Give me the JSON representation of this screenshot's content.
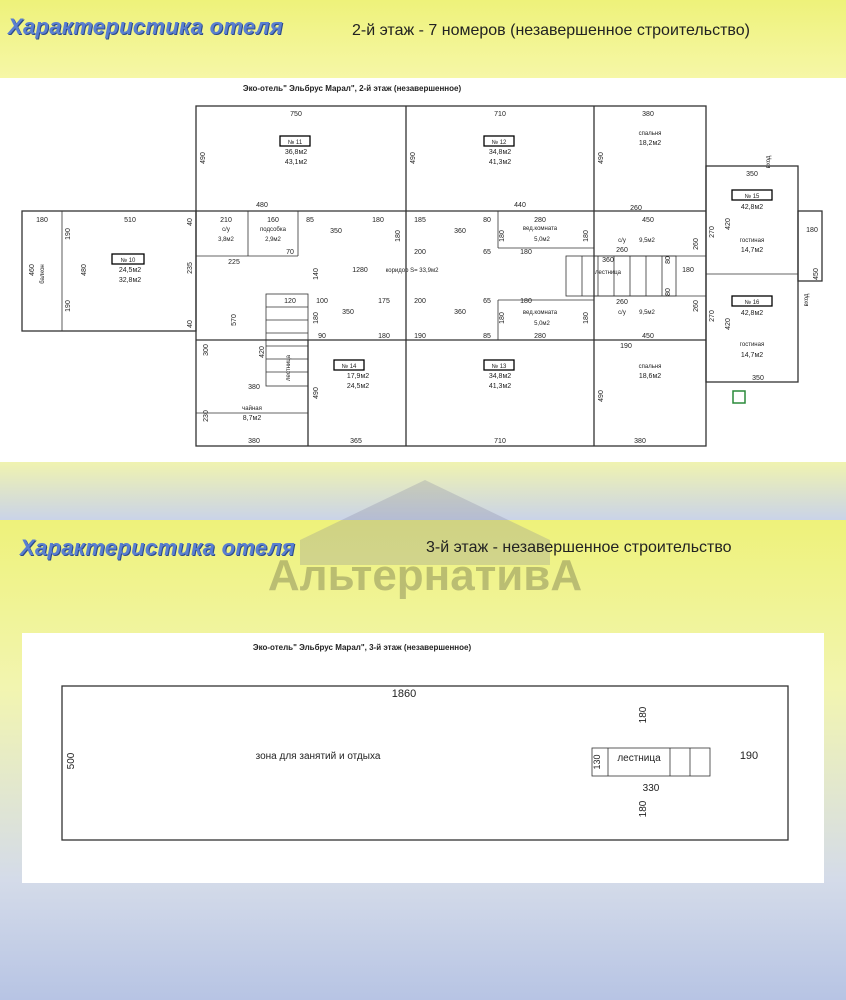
{
  "header1": {
    "title": "Характеристика отеля",
    "subtitle": "2-й этаж  - 7 номеров (незавершенное строительство)"
  },
  "header2": {
    "title": "Характеристика отеля",
    "subtitle": "3-й этаж  - незавершенное строительство"
  },
  "plan2": {
    "title": "Эко-отель\" Эльбрус Марал\", 2-й этаж (незавершенное)",
    "rooms": {
      "r10": {
        "no": "№ 10",
        "a1": "24,5м2",
        "a2": "32,8м2"
      },
      "r11": {
        "no": "№ 11",
        "a1": "36,8м2",
        "a2": "43,1м2"
      },
      "r12": {
        "no": "№ 12",
        "a1": "34,8м2",
        "a2": "41,3м2"
      },
      "r13": {
        "no": "№ 13",
        "a1": "34,8м2",
        "a2": "41,3м2"
      },
      "r14": {
        "no": "№ 14",
        "a1": "17,9м2",
        "a2": "24,5м2"
      },
      "r15": {
        "no": "№ 15",
        "a1": "42,8м2"
      },
      "r16": {
        "no": "№ 16",
        "a1": "42,8м2"
      }
    },
    "labels": {
      "balkon": "балкон",
      "su": "с/у",
      "su_area": "3,8м2",
      "podsobka": "подсобка",
      "podsobka_area": "2,9м2",
      "koridor": "коридор S= 33,9м2",
      "vk": "вед.комната",
      "vk_area": "5,0м2",
      "su2": "с/у",
      "su2_area": "9,5м2",
      "lestnica": "лестница",
      "spalnya": "спальня",
      "spalnya1_area": "18,2м2",
      "spalnya2_area": "18,6м2",
      "gostinaya": "гостиная",
      "gost_area": "14,7м2",
      "chainaya": "чайная",
      "chainaya_area": "8,7м2",
      "vhod": "вход"
    },
    "dims": {
      "d750": "750",
      "d710": "710",
      "d380": "380",
      "d490": "490",
      "d480": "480",
      "d510": "510",
      "d180": "180",
      "d40": "40",
      "d210": "210",
      "d160": "160",
      "d85": "85",
      "d350": "350",
      "d185": "185",
      "d80": "80",
      "d280": "280",
      "d440": "440",
      "d260": "260",
      "d450": "450",
      "d190": "190",
      "d225": "225",
      "d70": "70",
      "d200": "200",
      "d65": "65",
      "d1280": "1280",
      "d360": "360",
      "d140": "140",
      "d460": "460",
      "d235": "235",
      "d120": "120",
      "d100": "100",
      "d175": "175",
      "d570": "570",
      "d300": "300",
      "d420": "420",
      "d90": "90",
      "d230": "230",
      "d365": "365",
      "d270": "270"
    }
  },
  "plan3": {
    "title": "Эко-отель\" Эльбрус Марал\", 3-й этаж (незавершенное)",
    "zone": "зона для занятий и отдыха",
    "lestnica": "лестница",
    "d1860": "1860",
    "d500": "500",
    "d180a": "180",
    "d180b": "180",
    "d130": "130",
    "d330": "330",
    "d190": "190"
  },
  "watermark": "АльтернативА"
}
